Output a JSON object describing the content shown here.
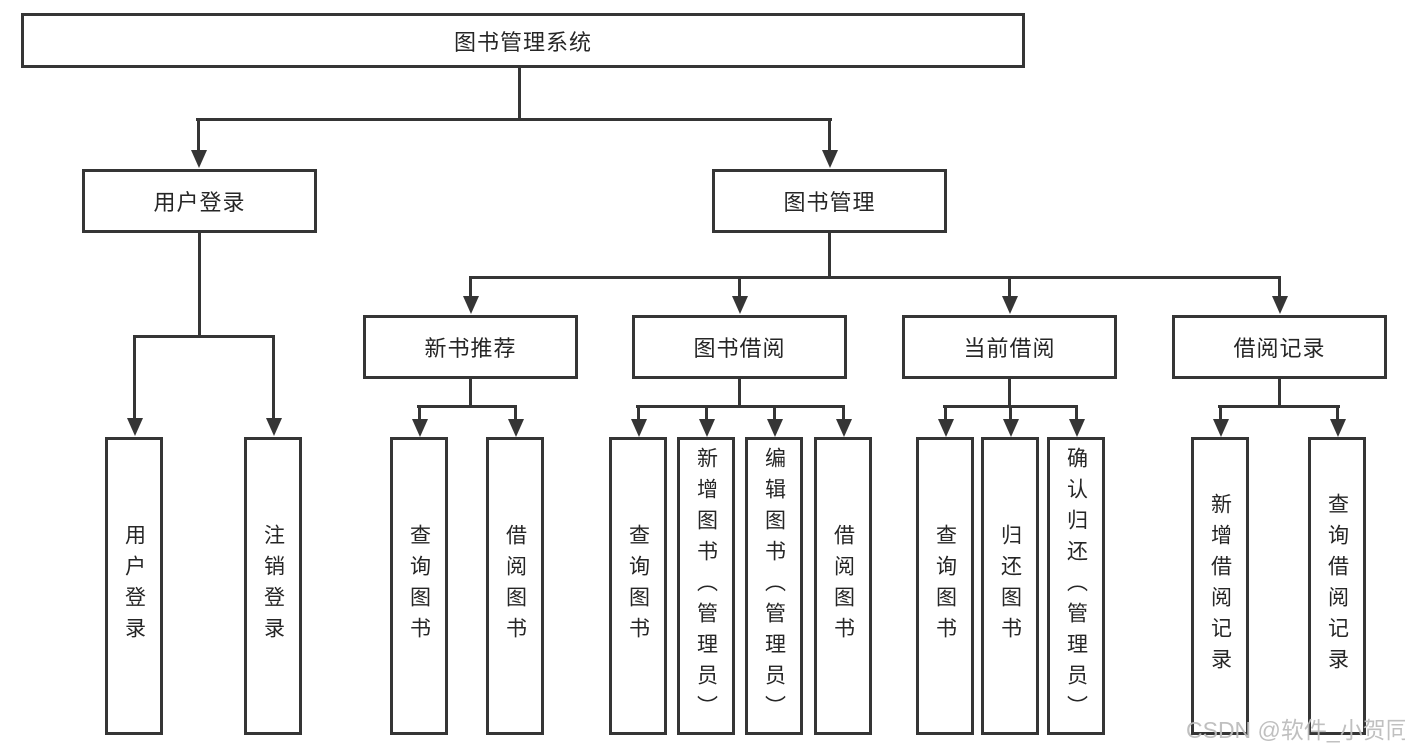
{
  "tree": {
    "root": "图书管理系统",
    "branches": [
      {
        "label": "用户登录",
        "children": [
          "用户登录",
          "注销登录"
        ]
      },
      {
        "label": "图书管理",
        "children": [
          {
            "label": "新书推荐",
            "children": [
              "查询图书",
              "借阅图书"
            ]
          },
          {
            "label": "图书借阅",
            "children": [
              "查询图书",
              "新增图书（管理员）",
              "编辑图书（管理员）",
              "借阅图书"
            ]
          },
          {
            "label": "当前借阅",
            "children": [
              "查询图书",
              "归还图书",
              "确认归还（管理员）"
            ]
          },
          {
            "label": "借阅记录",
            "children": [
              "新增借阅记录",
              "查询借阅记录"
            ]
          }
        ]
      }
    ]
  },
  "watermark": "CSDN @软件_小贺同学",
  "colors": {
    "line": "#353535",
    "text": "#262626",
    "background": "#ffffff",
    "watermark": "#bdbdbd"
  }
}
